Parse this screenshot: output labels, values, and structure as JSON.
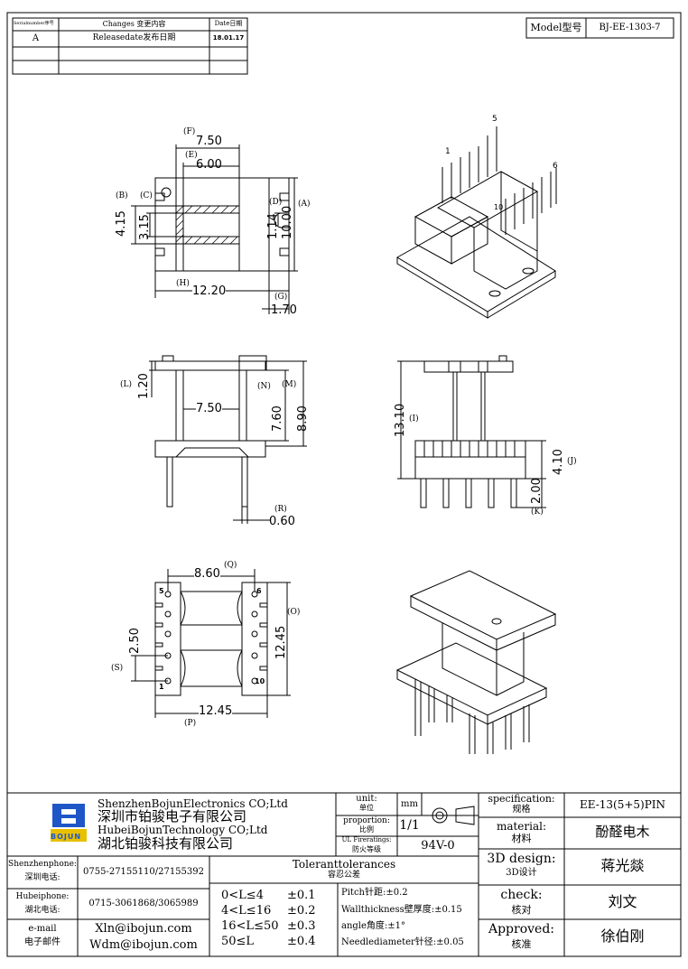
{
  "revision_table": {
    "headers": {
      "serial": "Serialnumber序号",
      "changes": "Changes 变更内容",
      "date": "Date日期"
    },
    "rows": [
      {
        "serial": "A",
        "changes": "Releasedate发布日期",
        "date": "18.01.17"
      }
    ]
  },
  "model": {
    "label": "Model型号",
    "value": "BJ-EE-1303-7"
  },
  "top_view": {
    "labels": {
      "F": "(F)",
      "E": "(E)",
      "B": "(B)",
      "C": "(C)",
      "D": "(D)",
      "A": "(A)",
      "H": "(H)",
      "G": "(G)"
    },
    "dims": {
      "F": "7.50",
      "E": "6.00",
      "B": "4.15",
      "C": "3.15",
      "D": "1.14",
      "A": "10.00",
      "H": "12.20",
      "G": "1.70"
    }
  },
  "side_view": {
    "labels": {
      "L": "(L)",
      "N": "(N)",
      "M": "(M)",
      "R": "(R)"
    },
    "dims": {
      "L": "1.20",
      "width": "7.50",
      "N": "7.60",
      "M": "8.90",
      "R": "0.60"
    }
  },
  "front_view": {
    "labels": {
      "I": "(I)",
      "J": "(J)",
      "K": "(K)"
    },
    "dims": {
      "I": "13.10",
      "J": "4.10",
      "K": "2.00"
    }
  },
  "bottom_view": {
    "labels": {
      "Q": "(Q)",
      "O": "(O)",
      "S": "(S)",
      "P": "(P)"
    },
    "dims": {
      "Q": "8.60",
      "O": "12.45",
      "S": "2.50",
      "P": "12.45"
    },
    "pins": {
      "p5": "5",
      "p6": "6",
      "p1": "1",
      "p10": "10"
    }
  },
  "iso_top": {
    "pins": {
      "p5": "5",
      "p1": "1",
      "p6": "6",
      "p10": "10"
    }
  },
  "title_block": {
    "company_en_1": "ShenzhenBojunElectronics CO;Ltd",
    "company_cn_1": "深圳市铂骏电子有限公司",
    "company_en_2": "HubeiBojunTechnology CO;Ltd",
    "company_cn_2": "湖北铂骏科技有限公司",
    "logo_text": "BOJUN",
    "unit_label": "unit:",
    "unit_label_cn": "单位",
    "unit_value": "mm",
    "proportion_label": "proportion:",
    "proportion_label_cn": "比例",
    "proportion_value": "1/1",
    "ul_label": "UL Fireratings:",
    "ul_label_cn": "防火等级",
    "ul_value": "94V-0",
    "spec_label": "specification:",
    "spec_label_cn": "规格",
    "spec_value": "EE-13(5+5)PIN",
    "material_label": "material:",
    "material_label_cn": "材料",
    "material_value": "酚醛电木",
    "design_label": "3D design:",
    "design_label_cn": "3D设计",
    "design_value": "蒋光燚",
    "check_label": "check:",
    "check_label_cn": "核对",
    "check_value": "刘文",
    "approved_label": "Approved:",
    "approved_label_cn": "核准",
    "approved_value": "徐伯刚",
    "shenzhen_phone_label": "Shenzhenphone:",
    "shenzhen_phone_label_cn": "深圳电话:",
    "shenzhen_phone": "0755-27155110/27155392",
    "hubei_phone_label": "Hubeiphone:",
    "hubei_phone_label_cn": "湖北电话:",
    "hubei_phone": "0715-3061868/3065989",
    "email_label": "e-mail",
    "email_label_cn": "电子邮件",
    "email_1": "Xln@ibojun.com",
    "email_2": "Wdm@ibojun.com",
    "tolerance_title": "Toleranttolerances",
    "tolerance_title_cn": "容忍公差",
    "tolerances": [
      {
        "range": "0<L≤4",
        "value": "±0.1"
      },
      {
        "range": "4<L≤16",
        "value": "±0.2"
      },
      {
        "range": "16<L≤50",
        "value": "±0.3"
      },
      {
        "range": "50≤L",
        "value": "±0.4"
      }
    ],
    "notes": [
      "Pitch针距:±0.2",
      "Wallthickness壁厚度:±0.15",
      "angle角度:±1°",
      "Needlediameter针径:±0.05"
    ]
  }
}
